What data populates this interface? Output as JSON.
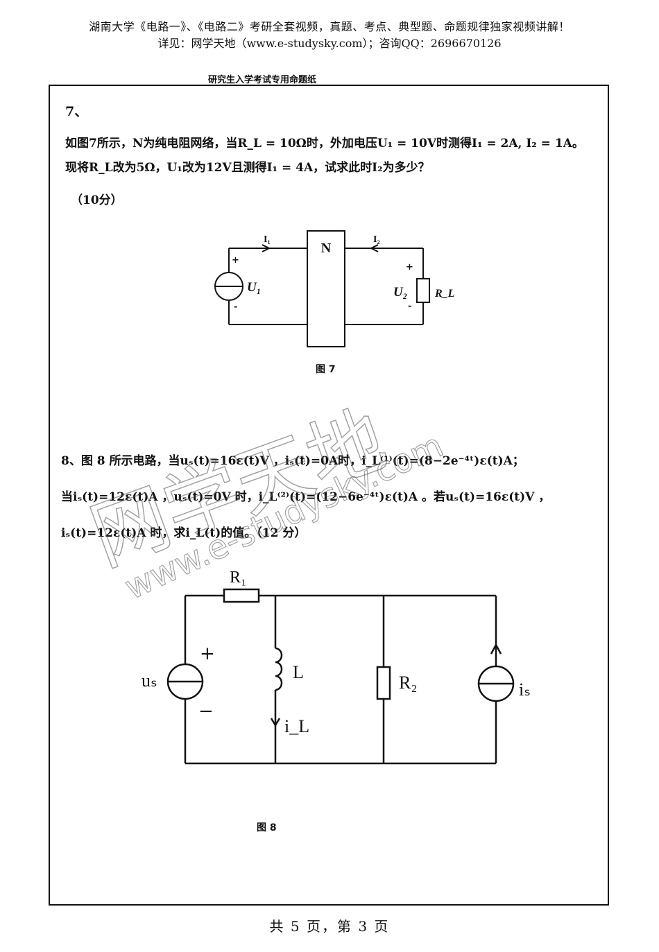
{
  "header": {
    "ad_line1": "湖南大学《电路一》、《电路二》考研全套视频，真题、考点、典型题、命题规律独家视频讲解！",
    "ad_line2": "详见：网学天地（www.e-studysky.com）；咨询QQ：2696670126",
    "paper_title": "研究生入学考试专用命题纸"
  },
  "q7": {
    "number": "7、",
    "line1": "如图7所示，N为纯电阻网络，当R_L = 10Ω时，外加电压U₁ = 10V时测得I₁ = 2A, I₂ = 1A。",
    "line2": "现将R_L改为5Ω，U₁改为12V且测得I₁ = 4A，试求此时I₂为多少？",
    "score": "（10分）",
    "figure": {
      "network": "N",
      "current1": "I₁",
      "current2": "I₂",
      "source": "U₁",
      "voltage2": "U₂",
      "load": "R_L",
      "plus": "+",
      "minus": "-",
      "caption": "图 7"
    }
  },
  "q8": {
    "line1": "8、图 8 所示电路，当uₛ(t)=16ε(t)V ，iₛ(t)=0A时，i_L⁽¹⁾(t)=(8−2e⁻⁴ᵗ)ε(t)A；",
    "line2": "当iₛ(t)=12ε(t)A ，uₛ(t)=0V 时，i_L⁽²⁾(t)=(12−6e⁻⁴ᵗ)ε(t)A 。若uₛ(t)=16ε(t)V ，",
    "line3": "iₛ(t)=12ε(t)A 时，求i_L(t)的值。（12 分）",
    "figure": {
      "r1": "R₁",
      "inductor": "L",
      "r2": "R₂",
      "vsource": "uₛ",
      "isource": "iₛ",
      "il": "i_L",
      "plus": "+",
      "minus": "−",
      "caption": "图 8"
    }
  },
  "watermark": {
    "chinese": "网学天地",
    "url": "www.e-studysky.com"
  },
  "footer": "共 5 页，第 3 页"
}
